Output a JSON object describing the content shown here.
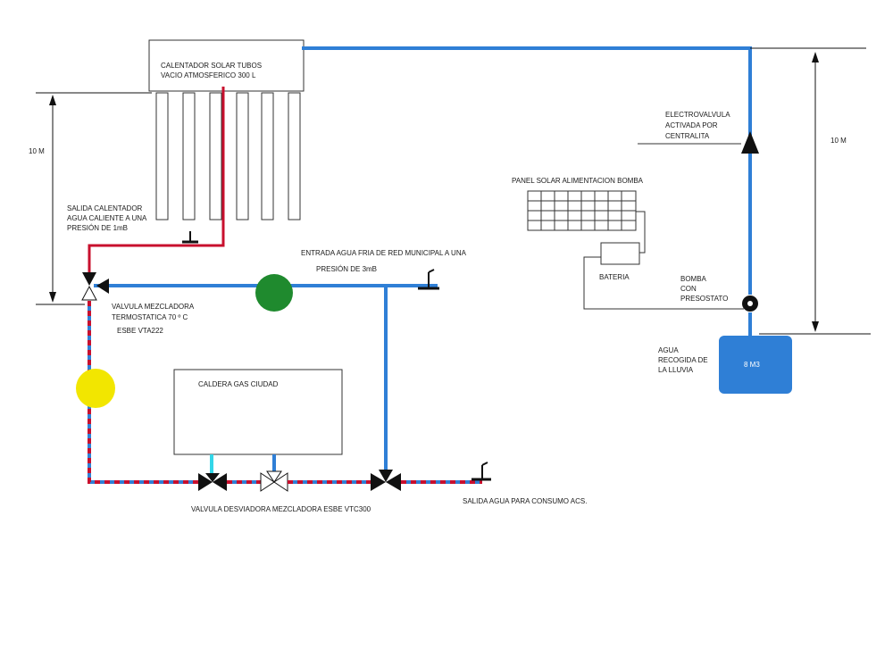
{
  "labels": {
    "heater_l1": "CALENTADOR SOLAR TUBOS",
    "heater_l2": "VACIO ATMOSFERICO 300 L",
    "dim_left": "10 M",
    "dim_right": "10 M",
    "outlet_l1": "SALIDA CALENTADOR",
    "outlet_l2": "AGUA CALIENTE A UNA",
    "outlet_l3": "PRESIÓN DE 1mB",
    "inlet_l1": "ENTRADA AGUA FRIA DE RED MUNICIPAL A UNA",
    "inlet_l2": "PRESIÓN DE 3mB",
    "mixing_l1": "VALVULA MEZCLADORA",
    "mixing_l2": "TERMOSTATICA  70 º C",
    "mixing_l3": "ESBE VTA222",
    "boiler": "CALDERA GAS CIUDAD",
    "diverter": "VALVULA DESVIADORA MEZCLADORA ESBE VTC300",
    "acs_out": "SALIDA AGUA PARA CONSUMO ACS.",
    "solenoid_l1": "ELECTROVALVULA",
    "solenoid_l2": "ACTIVADA POR",
    "solenoid_l3": "CENTRALITA",
    "panel": "PANEL SOLAR  ALIMENTACION BOMBA",
    "battery": "BATERIA",
    "pump_l1": "BOMBA",
    "pump_l2": "CON",
    "pump_l3": "PRESOSTATO",
    "rain_l1": "AGUA",
    "rain_l2": "RECOGIDA DE",
    "rain_l3": "LA LLUVIA",
    "tank": "8 M3"
  },
  "colors": {
    "hot": "#c8102e",
    "cold": "#2f7fd6",
    "meter": "#1f8a2e",
    "sensor": "#f2e600",
    "tank": "#2f7fd6",
    "boiler_feed": "#33d6e8"
  }
}
